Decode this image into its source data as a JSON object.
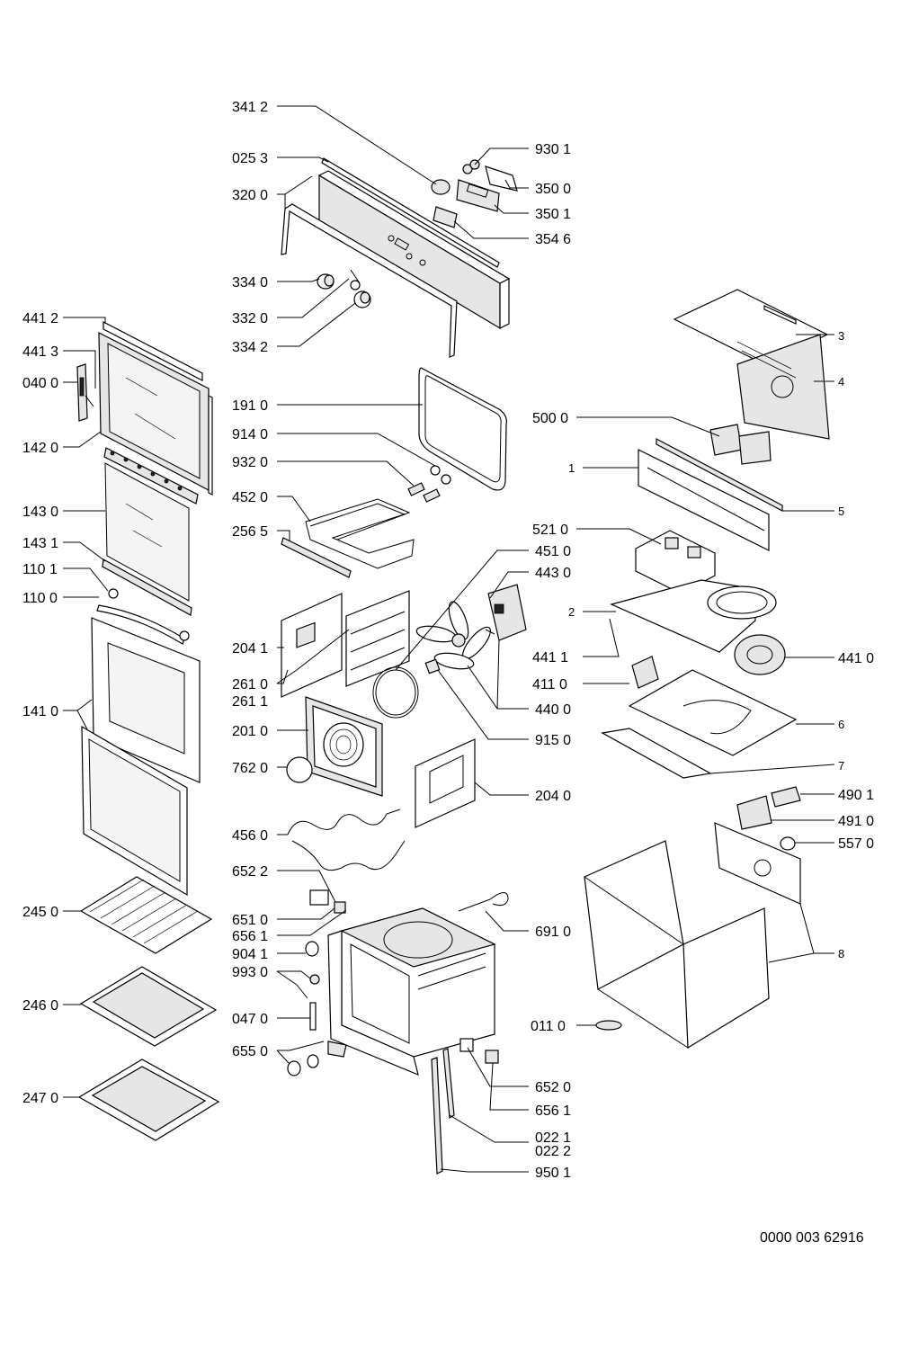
{
  "labels": {
    "p3412": "341 2",
    "p0253": "025 3",
    "p3200": "320 0",
    "p3340": "334 0",
    "p3320": "332 0",
    "p3342": "334 2",
    "p9301": "930 1",
    "p3500": "350 0",
    "p3501": "350 1",
    "p3546": "354 6",
    "p4412": "441 2",
    "p4413": "441 3",
    "p0400": "040 0",
    "p1420": "142 0",
    "p1430": "143 0",
    "p1431": "143 1",
    "p1101": "110 1",
    "p1100": "110 0",
    "p1410": "141 0",
    "p2450": "245 0",
    "p2460": "246 0",
    "p2470": "247 0",
    "p1910": "191 0",
    "p9140": "914 0",
    "p9320": "932 0",
    "p4520": "452 0",
    "p2565": "256 5",
    "p2041": "204 1",
    "p2610": "261 0",
    "p2611": "261 1",
    "p2010": "201 0",
    "p7620": "762 0",
    "p4560": "456 0",
    "p6522": "652 2",
    "p6510": "651 0",
    "p6561": "656 1",
    "p9041": "904 1",
    "p9930": "993 0",
    "p0470": "047 0",
    "p6550": "655 0",
    "p5210": "521 0",
    "p4510": "451 0",
    "p4430": "443 0",
    "p4411": "441 1",
    "p4110": "411 0",
    "p4400": "440 0",
    "p9150": "915 0",
    "p2040": "204 0",
    "p6910": "691 0",
    "p6520": "652 0",
    "p6561b": "656 1",
    "p0221": "022 1",
    "p0222": "022 2",
    "p9501": "950 1",
    "p5000": "500 0",
    "p4410": "441 0",
    "p4901": "490 1",
    "p4910": "491 0",
    "p5570": "557 0",
    "p0110": "011 0",
    "n3": "3",
    "n4": "4",
    "n1": "1",
    "n5": "5",
    "n2": "2",
    "n6": "6",
    "n7": "7",
    "n8": "8"
  },
  "footer": {
    "drawing_number": "0000 003 62916"
  }
}
